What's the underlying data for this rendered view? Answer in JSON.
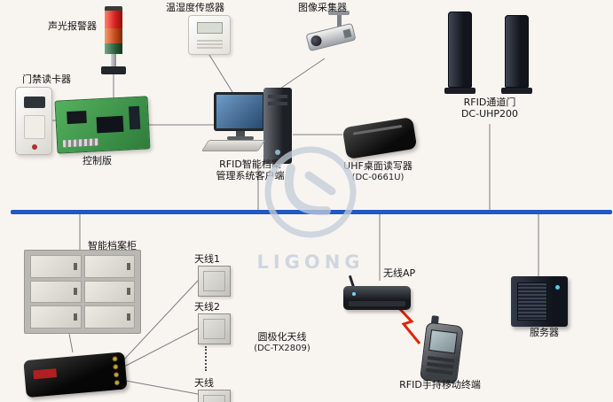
{
  "colors": {
    "bus_line": "#2158c4",
    "wireless_link": "#e02500",
    "control_board": "#3f9c4b",
    "watermark": "#c3ccd8"
  },
  "watermark": {
    "text": "LIGONG"
  },
  "top_section": {
    "alarm": {
      "label": "声光报警器"
    },
    "temperature_sensor": {
      "label": "温湿度传感器"
    },
    "camera": {
      "label": "图像采集器"
    },
    "door_reader": {
      "label": "门禁读卡器"
    },
    "control_board": {
      "label": "控制版"
    },
    "client": {
      "label_line1": "RFID智能档案",
      "label_line2": "管理系统客户端"
    },
    "uhf_reader": {
      "label_line1": "UHF桌面读写器",
      "label_line2": "(DC-0661U)"
    },
    "channel_gate": {
      "label_line1": "RFID通道门",
      "label_line2": "DC-UHP200"
    }
  },
  "bottom_section": {
    "cabinet": {
      "label": "智能档案柜"
    },
    "antenna_1": {
      "label": "天线1"
    },
    "antenna_2": {
      "label": "天线2"
    },
    "antenna_last": {
      "label": "天线"
    },
    "polarized_antenna": {
      "label_line1": "圆极化天线",
      "label_line2": "(DC-TX2809)"
    },
    "wireless_ap": {
      "label": "无线AP"
    },
    "handheld_terminal": {
      "label": "RFID手持移动终端"
    },
    "server": {
      "label": "服务器"
    }
  }
}
